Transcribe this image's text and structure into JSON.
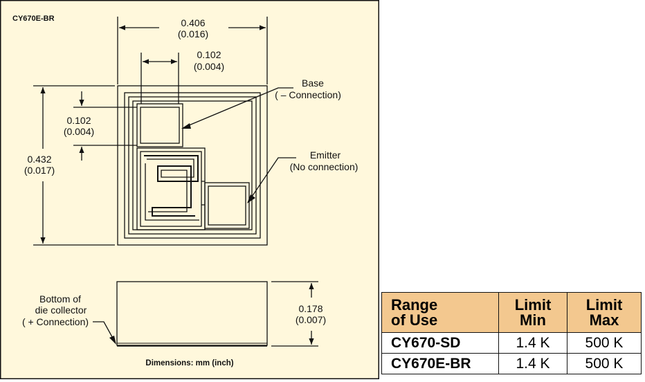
{
  "diagram": {
    "title": "CY670E-BR",
    "dim_width_mm": "0.406",
    "dim_width_in": "(0.016)",
    "dim_pad_width_mm": "0.102",
    "dim_pad_width_in": "(0.004)",
    "dim_pad_height_mm": "0.102",
    "dim_pad_height_in": "(0.004)",
    "dim_height_mm": "0.432",
    "dim_height_in": "(0.017)",
    "dim_thickness_mm": "0.178",
    "dim_thickness_in": "(0.007)",
    "base_label_1": "Base",
    "base_label_2": "( – Connection)",
    "emitter_label_1": "Emitter",
    "emitter_label_2": "(No connection)",
    "collector_label_1": "Bottom of",
    "collector_label_2": "die collector",
    "collector_label_3": "( + Connection)",
    "dimensions_note": "Dimensions: mm (inch)"
  },
  "table": {
    "header_range_1": "Range",
    "header_range_2": "of Use",
    "header_min_1": "Limit",
    "header_min_2": "Min",
    "header_max_1": "Limit",
    "header_max_2": "Max",
    "rows": [
      {
        "model": "CY670-SD",
        "min": "1.4 K",
        "max": "500 K"
      },
      {
        "model": "CY670E-BR",
        "min": "1.4 K",
        "max": "500 K"
      }
    ]
  },
  "colors": {
    "panel_background": "#fff8dc",
    "table_header": "#f3c88f"
  }
}
